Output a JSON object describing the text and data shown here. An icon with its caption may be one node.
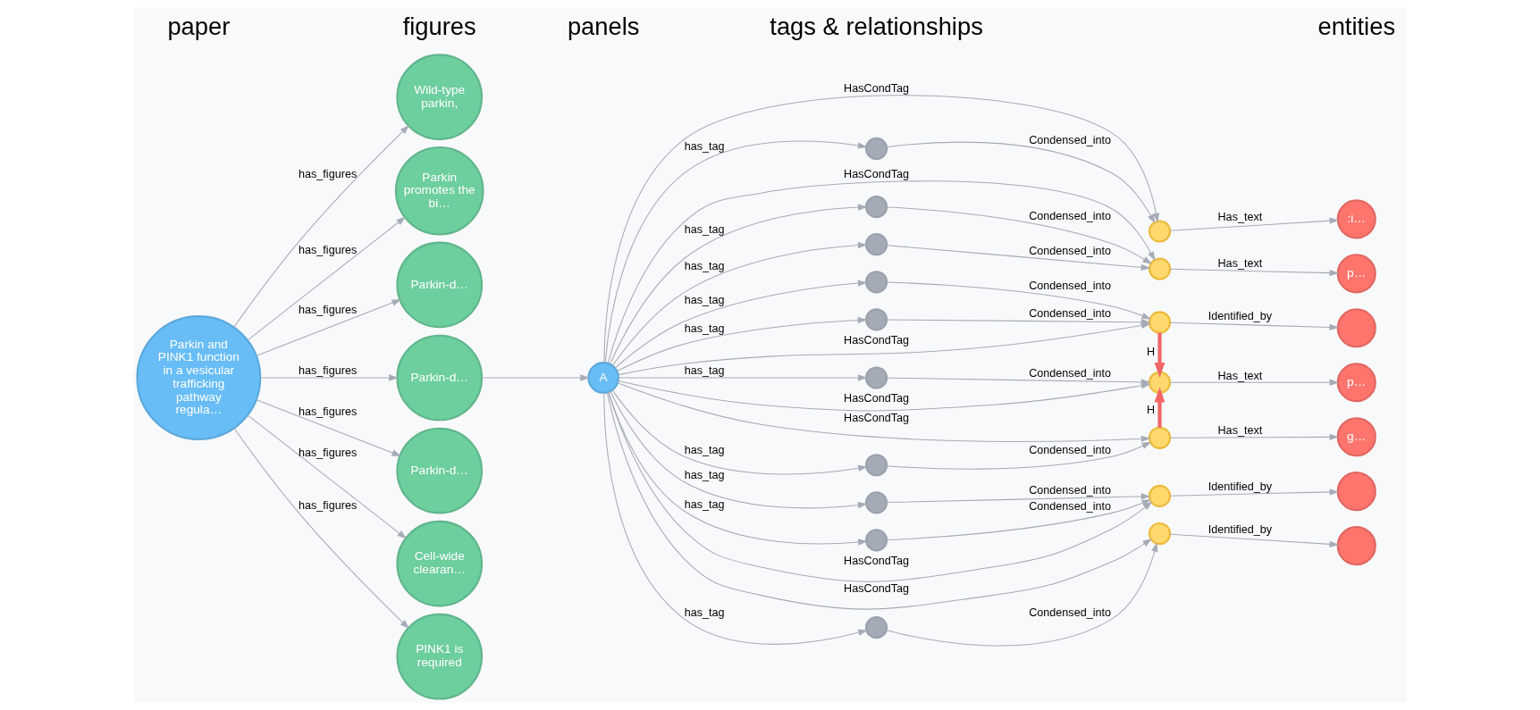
{
  "diagram": {
    "nodes": [
      {
        "text": [
          "Parkin and PINK1 function in a vesicular trafficking pathway regula…"
        ]
      },
      {
        "text": [
          "Wild-type parkin,"
        ]
      },
      {
        "text": [
          "Parkin promotes the bi…"
        ]
      },
      {
        "text": [
          "Parkin-d…"
        ]
      },
      {
        "text": [
          "Parkin-d…"
        ]
      },
      {
        "text": [
          "Parkin-d…"
        ]
      },
      {
        "text": [
          "Cell-wide clearan…"
        ]
      },
      {
        "text": [
          "PINK1 is required"
        ]
      },
      {
        "text": [
          "A"
        ]
      },
      {
        "text": [],
        "shape": "circle"
      },
      {
        "text": [],
        "shape": "circle"
      },
      {
        "text": [],
        "shape": "circle"
      },
      {
        "text": [],
        "shape": "circle"
      },
      {
        "text": [],
        "shape": "circle"
      },
      {
        "text": [],
        "shape": "circle"
      },
      {
        "text": [],
        "shape": "circle"
      },
      {
        "text": [],
        "shape": "circle"
      },
      {
        "text": [],
        "shape": "circle"
      },
      {
        "text": [],
        "shape": "circle"
      },
      {
        "text": [],
        "shape": "circle"
      },
      {
        "text": [],
        "shape": "circle"
      },
      {
        "text": [],
        "shape": "circle"
      },
      {
        "text": [],
        "shape": "circle"
      },
      {
        "text": [],
        "shape": "circle"
      },
      {
        "text": [],
        "shape": "circle"
      },
      {
        "text": [],
        "shape": "circle"
      },
      {
        "text": [
          ":i…"
        ]
      },
      {
        "text": [
          "p…"
        ]
      },
      {
        "text": [],
        "shape": "circle"
      },
      {
        "text": [
          "p…"
        ]
      },
      {
        "text": [
          "g…"
        ]
      },
      {
        "text": [],
        "shape": "circle"
      },
      {
        "text": [],
        "shape": "circle"
      }
    ],
    "edges": [
      {
        "from": 0,
        "to": 1,
        "arrow": "to",
        "label": "has_figures"
      },
      {
        "from": 0,
        "to": 2,
        "arrow": "to",
        "label": "has_figures"
      },
      {
        "from": 0,
        "to": 3,
        "arrow": "to",
        "label": "has_figures"
      },
      {
        "from": 0,
        "to": 4,
        "arrow": "to",
        "label": "has_figures"
      },
      {
        "from": 0,
        "to": 5,
        "arrow": "to",
        "label": "has_figures"
      },
      {
        "from": 0,
        "to": 6,
        "arrow": "to",
        "label": "has_figures"
      },
      {
        "from": 0,
        "to": 7,
        "arrow": "to",
        "label": "has_figures"
      },
      {
        "from": 4,
        "to": 8,
        "arrow": "to"
      },
      {
        "from": 8,
        "to": 9,
        "arrow": "to",
        "label": "has_tag"
      },
      {
        "from": 8,
        "to": 10,
        "arrow": "to",
        "label": "has_tag"
      },
      {
        "from": 8,
        "to": 11,
        "arrow": "to",
        "label": "has_tag"
      },
      {
        "from": 8,
        "to": 12,
        "arrow": "to",
        "label": "has_tag"
      },
      {
        "from": 8,
        "to": 13,
        "arrow": "to",
        "label": "has_tag"
      },
      {
        "from": 8,
        "to": 14,
        "arrow": "to",
        "label": "has_tag"
      },
      {
        "from": 8,
        "to": 15,
        "arrow": "to",
        "label": "has_tag"
      },
      {
        "from": 8,
        "to": 16,
        "arrow": "to",
        "label": "has_tag"
      },
      {
        "from": 8,
        "to": 17,
        "arrow": "to",
        "label": "has_tag"
      },
      {
        "from": 8,
        "to": 18,
        "arrow": "to",
        "label": "has_tag"
      },
      {
        "from": 8,
        "to": 19,
        "arrow": "to",
        "label": "HasCondTag"
      },
      {
        "from": 8,
        "to": 20,
        "arrow": "to",
        "label": "HasCondTag"
      },
      {
        "from": 8,
        "to": 21,
        "arrow": "to",
        "label": "HasCondTag"
      },
      {
        "from": 8,
        "to": 22,
        "arrow": "to",
        "label": "HasCondTag"
      },
      {
        "from": 8,
        "to": 23,
        "arrow": "to",
        "label": "HasCondTag"
      },
      {
        "from": 8,
        "to": 24,
        "arrow": "to",
        "label": "HasCondTag"
      },
      {
        "from": 8,
        "to": 25,
        "arrow": "to",
        "label": "HasCondTag"
      },
      {
        "from": 9,
        "to": 19,
        "arrow": "to",
        "label": "Condensed_into"
      },
      {
        "from": 10,
        "to": 20,
        "arrow": "to",
        "label": "Condensed_into"
      },
      {
        "from": 11,
        "to": 20,
        "arrow": "to",
        "label": "Condensed_into"
      },
      {
        "from": 12,
        "to": 21,
        "arrow": "to",
        "label": "Condensed_into"
      },
      {
        "from": 13,
        "to": 21,
        "arrow": "to",
        "label": "Condensed_into"
      },
      {
        "from": 14,
        "to": 22,
        "arrow": "to",
        "label": "Condensed_into"
      },
      {
        "from": 15,
        "to": 23,
        "arrow": "to",
        "label": "Condensed_into"
      },
      {
        "from": 16,
        "to": 24,
        "arrow": "to",
        "label": "Condensed_into"
      },
      {
        "from": 17,
        "to": 24,
        "arrow": "to",
        "label": "Condensed_into"
      },
      {
        "from": 18,
        "to": 25,
        "arrow": "to",
        "label": "Condensed_into"
      },
      {
        "from": 21,
        "to": 22,
        "arrow": "to",
        "label": "H",
        "style": "thick",
        "color": "#f16667"
      },
      {
        "from": 23,
        "to": 22,
        "arrow": "to",
        "label": "H",
        "style": "thick",
        "color": "#f16667"
      },
      {
        "from": 19,
        "to": 26,
        "arrow": "to",
        "label": "Has_text"
      },
      {
        "from": 20,
        "to": 27,
        "arrow": "to",
        "label": "Has_text"
      },
      {
        "from": 21,
        "to": 28,
        "arrow": "to",
        "label": "Identified_by"
      },
      {
        "from": 22,
        "to": 29,
        "arrow": "to",
        "label": "Has_text"
      },
      {
        "from": 23,
        "to": 30,
        "arrow": "to",
        "label": "Has_text"
      },
      {
        "from": 24,
        "to": 31,
        "arrow": "to",
        "label": "Identified_by"
      },
      {
        "from": 25,
        "to": 32,
        "arrow": "to",
        "label": "Identified_by"
      }
    ],
    "labels": [
      "paper",
      "figures",
      "panels",
      "tags & relationships",
      "entities"
    ]
  }
}
